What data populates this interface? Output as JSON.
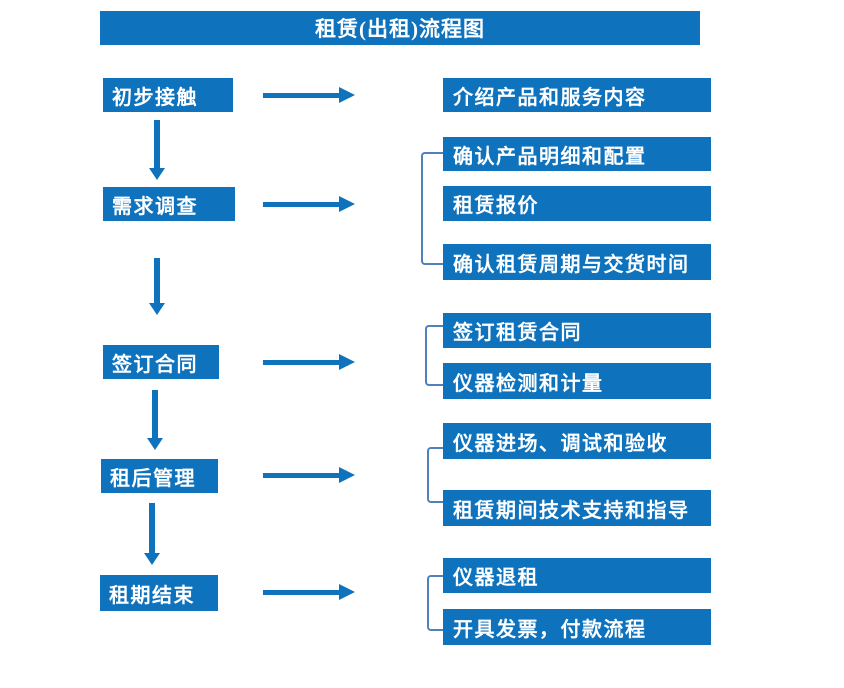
{
  "title": "租赁(出租)流程图",
  "colors": {
    "box_blue": "#0E72BD",
    "bracket_blue": "#4F81BD",
    "text_white": "#FFFFFF",
    "background": "#FFFFFF"
  },
  "stages": [
    {
      "label": "初步接触",
      "details": [
        "介绍产品和服务内容"
      ]
    },
    {
      "label": "需求调查",
      "details": [
        "确认产品明细和配置",
        "租赁报价",
        "确认租赁周期与交货时间"
      ]
    },
    {
      "label": "签订合同",
      "details": [
        "签订租赁合同",
        "仪器检测和计量"
      ]
    },
    {
      "label": "租后管理",
      "details": [
        "仪器进场、调试和验收",
        "租赁期间技术支持和指导"
      ]
    },
    {
      "label": "租期结束",
      "details": [
        "仪器退租",
        "开具发票，付款流程"
      ]
    }
  ]
}
